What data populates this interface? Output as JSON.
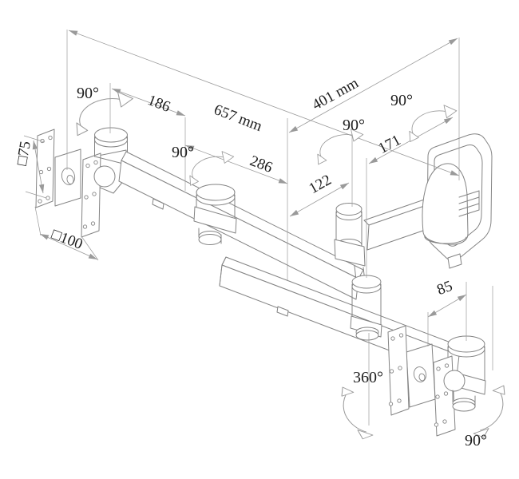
{
  "drawing": {
    "kind": "isometric line drawing of a dual-arm dual-monitor wall mount",
    "colors": {
      "outline": "#848484",
      "dimension": "#9a9a9a",
      "label": "#1d1d1d",
      "background": "#ffffff"
    }
  },
  "labels": {
    "rot_left_pivot": "90°",
    "rot_mid_pivot": "90°",
    "rot_center_post": "90°",
    "rot_wall_pivot": "90°",
    "rot_right_tilt": "90°",
    "rot_right_swivel": "360°",
    "dim_arm_total": "657 mm",
    "dim_arm_seg1": "186",
    "dim_arm_seg2": "286",
    "dim_depth_total": "401 mm",
    "dim_depth_seg1": "122",
    "dim_depth_seg2": "171",
    "dim_plate_drop": "85",
    "vesa_75": "□75",
    "vesa_100": "□100"
  }
}
